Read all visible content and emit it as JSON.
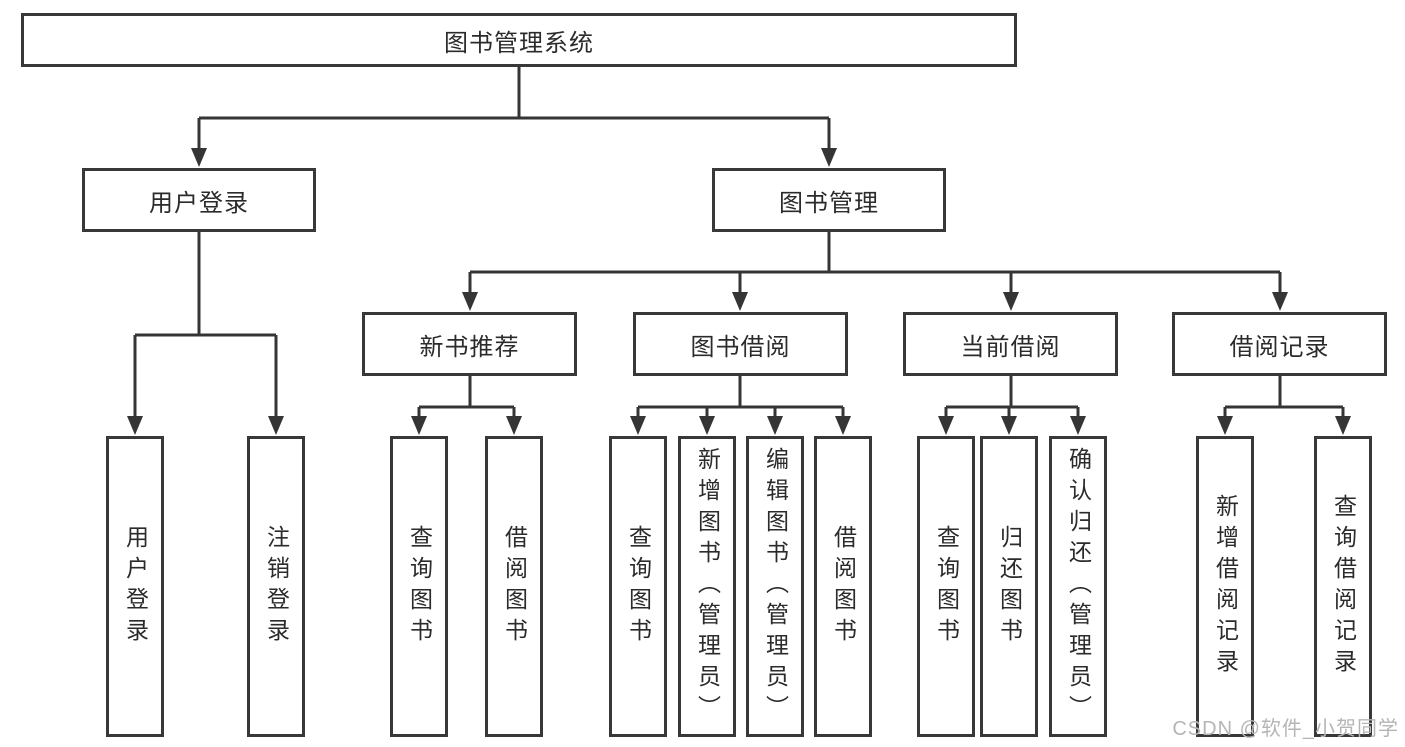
{
  "diagram": {
    "title": "图书管理系统",
    "branches": [
      {
        "label": "用户登录",
        "children": [
          {
            "label": "用户登录"
          },
          {
            "label": "注销登录"
          }
        ]
      },
      {
        "label": "图书管理",
        "children": [
          {
            "label": "新书推荐",
            "children": [
              {
                "label": "查询图书"
              },
              {
                "label": "借阅图书"
              }
            ]
          },
          {
            "label": "图书借阅",
            "children": [
              {
                "label": "查询图书"
              },
              {
                "label": "新增图书（管理员）"
              },
              {
                "label": "编辑图书（管理员）"
              },
              {
                "label": "借阅图书"
              }
            ]
          },
          {
            "label": "当前借阅",
            "children": [
              {
                "label": "查询图书"
              },
              {
                "label": "归还图书"
              },
              {
                "label": "确认归还（管理员）"
              }
            ]
          },
          {
            "label": "借阅记录",
            "children": [
              {
                "label": "新增借阅记录"
              },
              {
                "label": "查询借阅记录"
              }
            ]
          }
        ]
      }
    ]
  },
  "watermark": {
    "text": "CSDN @软件_小贺同学",
    "color": "#b5b5b5"
  },
  "colors": {
    "line": "#353535",
    "box_border": "#383838",
    "text": "#2b2b2b",
    "background": "#ffffff"
  }
}
